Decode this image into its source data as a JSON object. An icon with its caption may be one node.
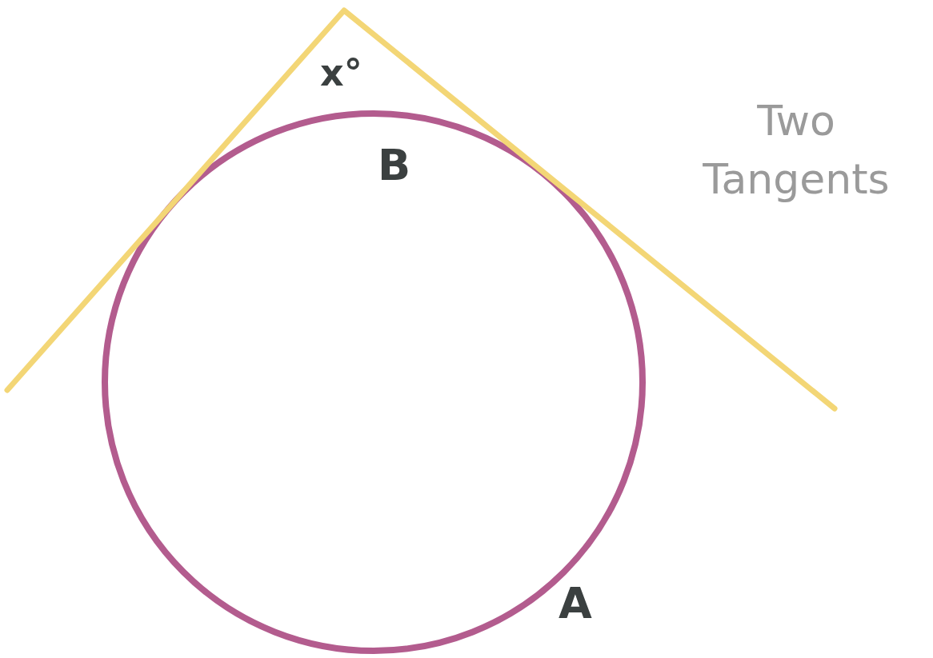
{
  "diagram": {
    "labels": [
      "x°",
      "B",
      "A",
      "Two Tangents"
    ]
  }
}
